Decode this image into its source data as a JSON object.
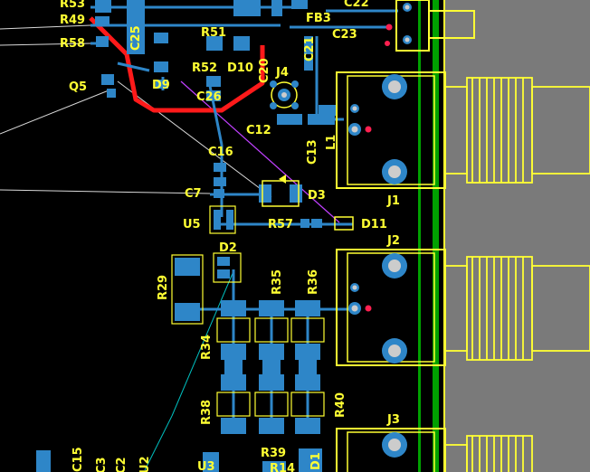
{
  "colors": {
    "background": "#000000",
    "copper": "#2e86c8",
    "silkscreen": "#ffff33",
    "ratsnest": "#ffffff",
    "net_red": "#ff1a1a",
    "board_edge": "#00a000",
    "outside_board": "#7a7a7a",
    "pad_hole": "#cccccc",
    "via_hole": "#ff2050"
  },
  "designators": {
    "r53": "R53",
    "r49": "R49",
    "r58": "R58",
    "q5": "Q5",
    "c25": "C25",
    "r51": "R51",
    "r52": "R52",
    "d10": "D10",
    "c20": "C20",
    "d9": "D9",
    "c26": "C26",
    "fb3": "FB3",
    "c22": "C22",
    "c23": "C23",
    "c21": "C21",
    "j4": "J4",
    "c12": "C12",
    "c13": "C13",
    "l1": "L1",
    "c16": "C16",
    "c7": "C7",
    "d3": "D3",
    "u5": "U5",
    "r57": "R57",
    "d11": "D11",
    "d2": "D2",
    "j1": "J1",
    "j2": "J2",
    "j3": "J3",
    "r29": "R29",
    "r35": "R35",
    "r36": "R36",
    "r34": "R34",
    "r38": "R38",
    "r40": "R40",
    "r39": "R39",
    "r14": "R14",
    "u3": "U3",
    "d1": "D1",
    "c15": "C15",
    "u2": "U2",
    "c2": "C2",
    "c3": "C3"
  }
}
